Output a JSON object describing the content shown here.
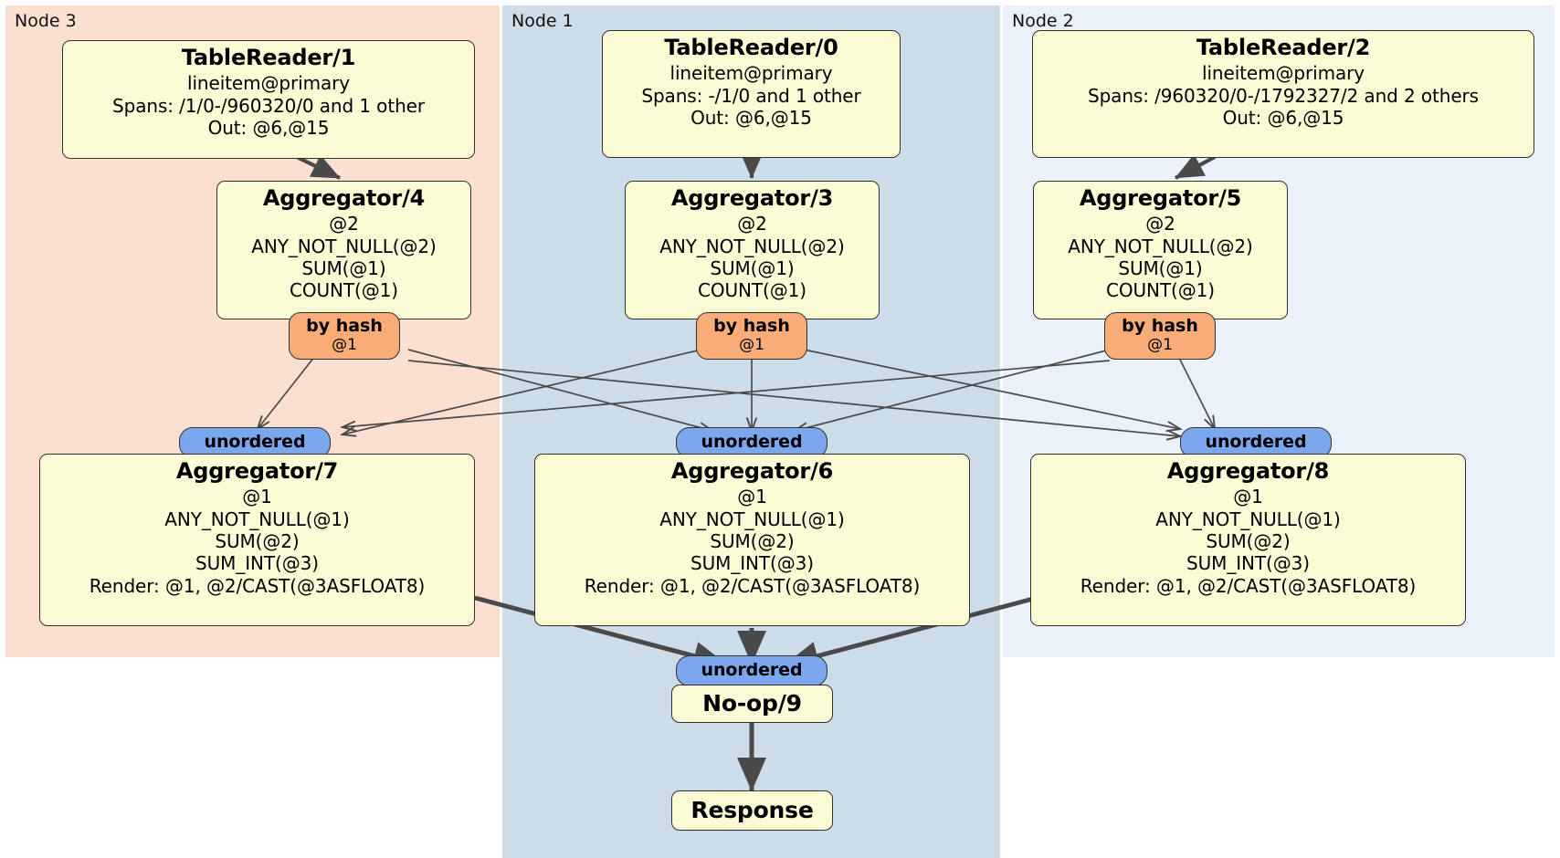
{
  "panels": [
    {
      "id": "node3",
      "label": "Node 3",
      "color": "#fbe0d2"
    },
    {
      "id": "node1",
      "label": "Node 1",
      "color": "#ccdce8"
    },
    {
      "id": "node2",
      "label": "Node 2",
      "color": "#eaf1fb"
    }
  ],
  "colors": {
    "processor_fill": "#fbfbd6",
    "processor_stroke": "#33312e",
    "hash_router_fill": "#f8ad78",
    "unordered_sync_fill": "#7ba7ef",
    "edge_stroke": "#4a4a4a"
  },
  "processors": {
    "table_reader_1": {
      "title": "TableReader/1",
      "lines": [
        "lineitem@primary",
        "Spans: /1/0-/960320/0 and 1 other",
        "Out: @6,@15"
      ]
    },
    "table_reader_0": {
      "title": "TableReader/0",
      "lines": [
        "lineitem@primary",
        "Spans: -/1/0 and 1 other",
        "Out: @6,@15"
      ]
    },
    "table_reader_2": {
      "title": "TableReader/2",
      "lines": [
        "lineitem@primary",
        "Spans: /960320/0-/1792327/2 and 2 others",
        "Out: @6,@15"
      ]
    },
    "aggregator_4": {
      "title": "Aggregator/4",
      "lines": [
        "@2",
        "ANY_NOT_NULL(@2)",
        "SUM(@1)",
        "COUNT(@1)"
      ]
    },
    "aggregator_3": {
      "title": "Aggregator/3",
      "lines": [
        "@2",
        "ANY_NOT_NULL(@2)",
        "SUM(@1)",
        "COUNT(@1)"
      ]
    },
    "aggregator_5": {
      "title": "Aggregator/5",
      "lines": [
        "@2",
        "ANY_NOT_NULL(@2)",
        "SUM(@1)",
        "COUNT(@1)"
      ]
    },
    "aggregator_7": {
      "title": "Aggregator/7",
      "lines": [
        "@1",
        "ANY_NOT_NULL(@1)",
        "SUM(@2)",
        "SUM_INT(@3)",
        "Render: @1, @2/CAST(@3ASFLOAT8)"
      ]
    },
    "aggregator_6": {
      "title": "Aggregator/6",
      "lines": [
        "@1",
        "ANY_NOT_NULL(@1)",
        "SUM(@2)",
        "SUM_INT(@3)",
        "Render: @1, @2/CAST(@3ASFLOAT8)"
      ]
    },
    "aggregator_8": {
      "title": "Aggregator/8",
      "lines": [
        "@1",
        "ANY_NOT_NULL(@1)",
        "SUM(@2)",
        "SUM_INT(@3)",
        "Render: @1, @2/CAST(@3ASFLOAT8)"
      ]
    },
    "noop_9": {
      "title": "No-op/9",
      "lines": []
    },
    "response": {
      "title": "Response",
      "lines": []
    }
  },
  "routers": {
    "hash_left": {
      "title": "by hash",
      "sub": "@1"
    },
    "hash_center": {
      "title": "by hash",
      "sub": "@1"
    },
    "hash_right": {
      "title": "by hash",
      "sub": "@1"
    },
    "unordered_left": {
      "title": "unordered"
    },
    "unordered_center": {
      "title": "unordered"
    },
    "unordered_right": {
      "title": "unordered"
    },
    "unordered_final": {
      "title": "unordered"
    }
  }
}
